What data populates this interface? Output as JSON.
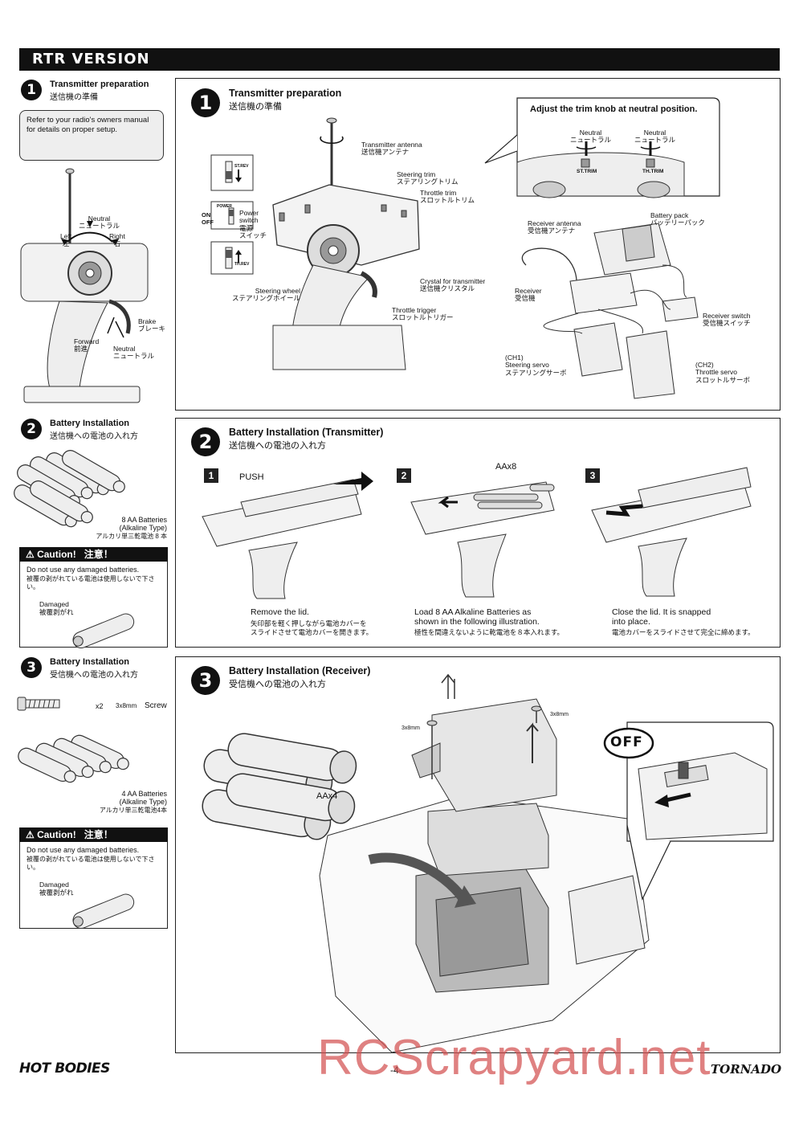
{
  "header": {
    "title": "RTR VERSION"
  },
  "left": {
    "step1": {
      "num": "1",
      "title_en": "Transmitter preparation",
      "title_jp": "送信機の準備",
      "note": "Refer to your radio's owners manual for details on proper setup.",
      "labels": {
        "neutral": "Neutral",
        "neutral_jp": "ニュートラル",
        "left": "Left",
        "left_jp": "左",
        "right": "Right",
        "right_jp": "右",
        "brake": "Brake",
        "brake_jp": "ブレーキ",
        "forward": "Forward",
        "forward_jp": "前進",
        "neutral2": "Neutral",
        "neutral2_jp": "ニュートラル"
      }
    },
    "step2": {
      "num": "2",
      "title_en": "Battery Installation",
      "title_jp": "送信機への電池の入れ方",
      "batt_en": "8 AA Batteries",
      "batt_type": "(Alkaline Type)",
      "batt_jp": "アルカリ単三乾電池 8 本",
      "caution_title": "Caution!",
      "caution_jp": "注意！",
      "caution_en": "Do not use any damaged batteries.",
      "caution_body_jp": "被覆の剥がれている電池は使用しないで下さい。",
      "damaged": "Damaged",
      "damaged_jp": "被覆剥がれ"
    },
    "step3": {
      "num": "3",
      "title_en": "Battery Installation",
      "title_jp": "受信機への電池の入れ方",
      "screw_qty": "x2",
      "screw_size": "3x8mm",
      "screw_label": "Screw",
      "batt_en": "4 AA Batteries",
      "batt_type": "(Alkaline Type)",
      "batt_jp": "アルカリ単三乾電池4本",
      "caution_title": "Caution!",
      "caution_jp": "注意！",
      "caution_en": "Do not use any damaged batteries.",
      "caution_body_jp": "被覆の剥がれている電池は使用しないで下さい。",
      "damaged": "Damaged",
      "damaged_jp": "被覆剥がれ"
    }
  },
  "panel1": {
    "num": "1",
    "title_en": "Transmitter preparation",
    "title_jp": "送信機の準備",
    "trim_title": "Adjust the trim knob at neutral position.",
    "trim_neutral": "Neutral",
    "trim_neutral_jp": "ニュートラル",
    "st_trim": "ST.TRIM",
    "th_trim": "TH.TRIM",
    "antenna": "Transmitter antenna",
    "antenna_jp": "送信機アンテナ",
    "steer_trim": "Steering trim",
    "steer_trim_jp": "ステアリングトリム",
    "throttle_trim": "Throttle trim",
    "throttle_trim_jp": "スロットルトリム",
    "power": "Power",
    "power2": "switch",
    "power_jp": "電源",
    "power_jp2": "スイッチ",
    "on": "ON",
    "off": "OFF",
    "wheel": "Steering wheel",
    "wheel_jp": "ステアリングホイール",
    "crystal": "Crystal for transmitter",
    "crystal_jp": "送信機クリスタル",
    "trigger": "Throttle trigger",
    "trigger_jp": "スロットルトリガー",
    "rx_antenna": "Receiver antenna",
    "rx_antenna_jp": "受信機アンテナ",
    "batt_pack": "Battery pack",
    "batt_pack_jp": "バッテリーパック",
    "receiver": "Receiver",
    "receiver_jp": "受信機",
    "rx_switch": "Receiver switch",
    "rx_switch_jp": "受信機スイッチ",
    "ch1": "(CH1)",
    "steer_servo": "Steering servo",
    "steer_servo_jp": "ステアリングサーボ",
    "ch2": "(CH2)",
    "throttle_servo": "Throttle servo",
    "throttle_servo_jp": "スロットルサーボ",
    "st_rev": "ST.REV",
    "th_rev": "TH.REV",
    "power_sw": "POWER"
  },
  "panel2": {
    "num": "2",
    "title_en": "Battery Installation (Transmitter)",
    "title_jp": "送信機への電池の入れ方",
    "s1": "1",
    "s2": "2",
    "s3": "3",
    "push": "PUSH",
    "aax8": "AAx8",
    "cap1_en": "Remove the lid.",
    "cap1_jp1": "矢印部を軽く押しながら電池カバーを",
    "cap1_jp2": "スライドさせて電池カバーを開きます。",
    "cap2_en1": "Load 8 AA Alkaline Batteries as",
    "cap2_en2": "shown in the following illustration.",
    "cap2_jp": "極性を間違えないように乾電池を８本入れます。",
    "cap3_en1": "Close the lid. It is snapped",
    "cap3_en2": "into place.",
    "cap3_jp": "電池カバーをスライドさせて完全に締めます。"
  },
  "panel3": {
    "num": "3",
    "title_en": "Battery Installation (Receiver)",
    "title_jp": "受信機への電池の入れ方",
    "aax4": "AAx4",
    "screw_a": "3x8mm",
    "screw_b": "3x8mm",
    "off": "OFF"
  },
  "footer": {
    "page": "-4-",
    "brand_left": "HOT BODIES",
    "brand_right": "TORNADO",
    "watermark": "RCScrapyard.net"
  }
}
